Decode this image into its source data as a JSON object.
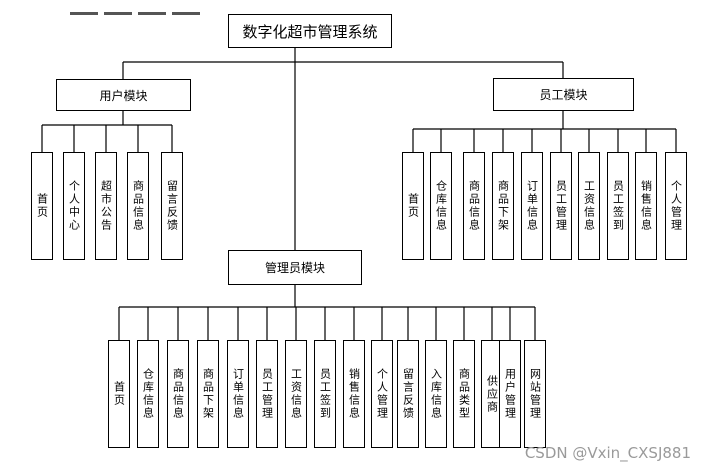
{
  "title": "数字化超市管理系统",
  "modules": {
    "user": {
      "label": "用户模块",
      "items": [
        "首页",
        "个人中心",
        "超市公告",
        "商品信息",
        "留言反馈"
      ]
    },
    "staff": {
      "label": "员工模块",
      "items": [
        "首页",
        "仓库信息",
        "商品信息",
        "商品下架",
        "订单信息",
        "员工管理",
        "工资信息",
        "员工签到",
        "销售信息",
        "个人管理"
      ]
    },
    "admin": {
      "label": "管理员模块",
      "items": [
        "首页",
        "仓库信息",
        "商品信息",
        "商品下架",
        "订单信息",
        "员工管理",
        "工资信息",
        "员工签到",
        "销售信息",
        "个人管理",
        "留言反馈",
        "入库信息",
        "商品类型",
        "供应商",
        "用户管理",
        "网站管理"
      ]
    }
  },
  "watermark": "CSDN @Vxin_CXSJ881"
}
